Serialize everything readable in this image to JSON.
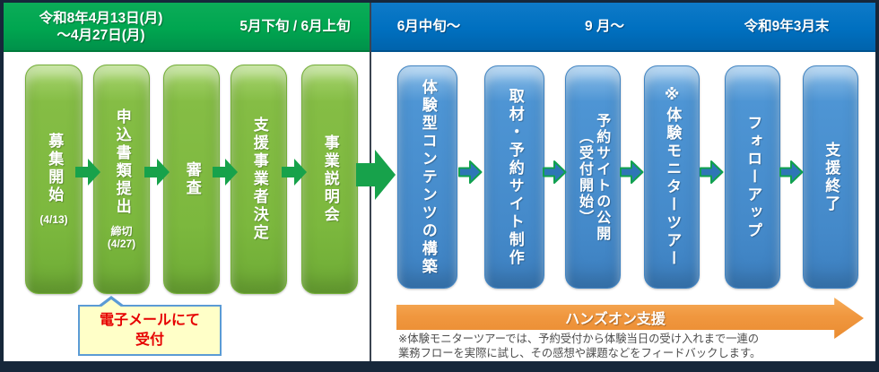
{
  "header": {
    "phase1_dates": "令和8年4月13日(月)\n～4月27日(月)",
    "phase2_date": "5月下旬 / 6月上旬",
    "phase3_date": "6月中旬～",
    "phase4_date": "9 月～",
    "phase5_date": "令和9年3月末"
  },
  "flow": {
    "green_steps": [
      {
        "label": "募集開始",
        "sub": "(4/13)"
      },
      {
        "label": "申込書類提出",
        "sub": "締切\n(4/27)"
      },
      {
        "label": "審査"
      },
      {
        "label": "支援事業者決定"
      },
      {
        "label": "事業説明会"
      }
    ],
    "blue_steps": [
      {
        "label": "体験型コンテンツの構築"
      },
      {
        "label": "取材・予約サイト制作"
      },
      {
        "label": "予約サイトの公開\n（受付開始）"
      },
      {
        "label": "※体験モニターツアー"
      },
      {
        "label": "フォローアップ"
      },
      {
        "label": "支援終了"
      }
    ]
  },
  "callout": {
    "text": "電子メールにて\n受付"
  },
  "banner": {
    "label": "ハンズオン支援"
  },
  "note": {
    "text": "※体験モニターツアーでは、予約受付から体験当日の受け入れまで一連の\n業務フローを実際に試し、その感想や課題などをフィードバックします。"
  },
  "colors": {
    "header_green": "#00A650",
    "header_blue": "#0070C0",
    "box_green": "#7CB83E",
    "box_blue": "#4E95D4",
    "arrow_green": "#17A24B",
    "arrow_blue_fill": "#2E76B6",
    "arrow_blue_outline": "#10A14E",
    "banner_orange": "#F0973F",
    "callout_bg": "#FFFFC8",
    "callout_border": "#5B9BD5",
    "callout_text": "#E60000",
    "frame": "#16273A"
  }
}
